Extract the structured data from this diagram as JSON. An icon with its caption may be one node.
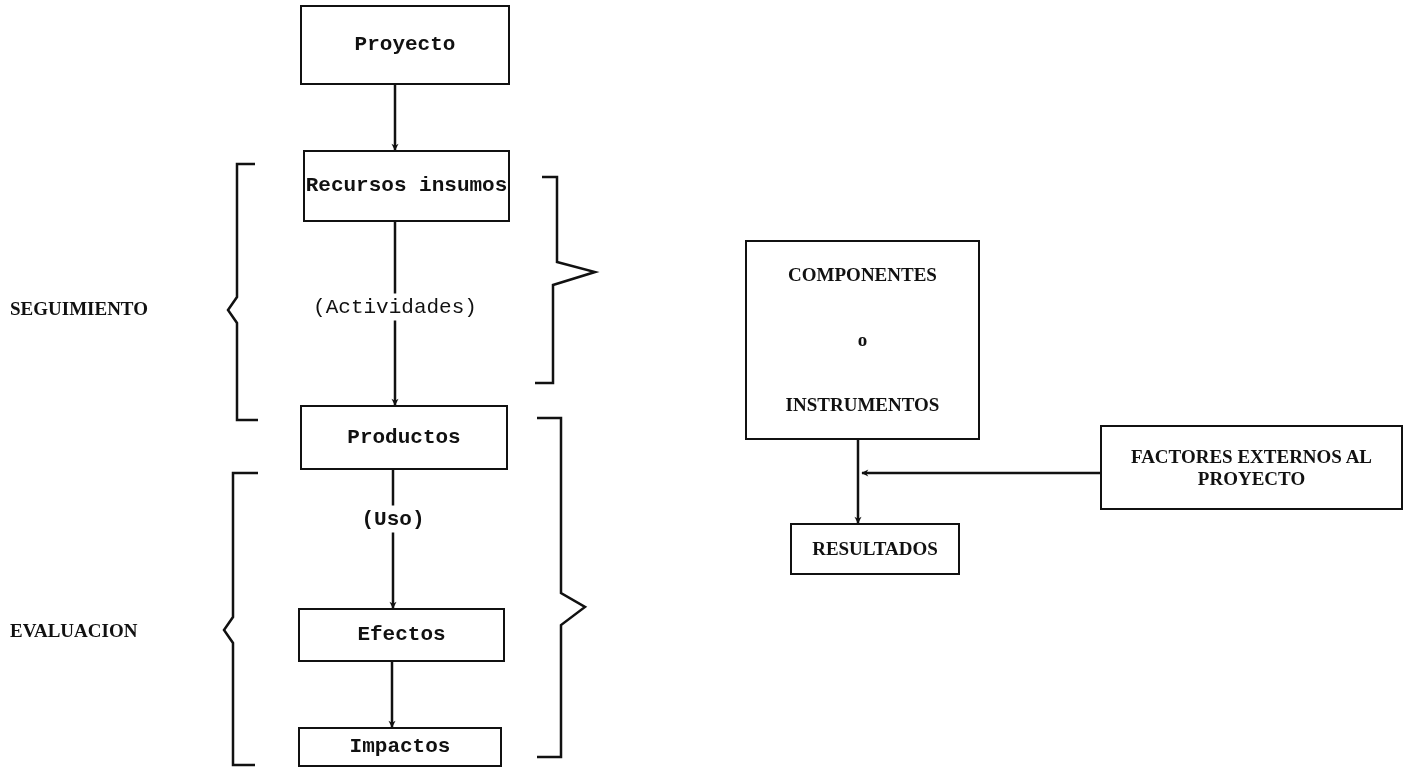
{
  "diagram": {
    "nodes": [
      {
        "text": [
          "Proyecto"
        ]
      },
      {
        "text": [
          "Recursos insumos"
        ]
      },
      {
        "text": [
          "Productos"
        ]
      },
      {
        "text": [
          "Efectos"
        ]
      },
      {
        "text": [
          "Impactos"
        ]
      },
      {
        "text": [
          "COMPONENTES",
          "o",
          "INSTRUMENTOS"
        ]
      },
      {
        "text": [
          "FACTORES EXTERNOS AL PROYECTO"
        ]
      },
      {
        "text": [
          "RESULTADOS"
        ]
      }
    ],
    "edges": [
      {
        "from": 0,
        "to": 1,
        "arrow": "to"
      },
      {
        "from": 1,
        "to": 2,
        "arrow": "to",
        "label": "(Actividades)"
      },
      {
        "from": 2,
        "to": 3,
        "arrow": "to",
        "label": "(Uso)"
      },
      {
        "from": 3,
        "to": 4,
        "arrow": "to"
      },
      {
        "from": 5,
        "to": 7,
        "arrow": "to"
      },
      {
        "from": 6,
        "to": 5,
        "arrow": "to"
      }
    ],
    "labels": [
      "SEGUIMIENTO",
      "EVALUACION"
    ]
  }
}
